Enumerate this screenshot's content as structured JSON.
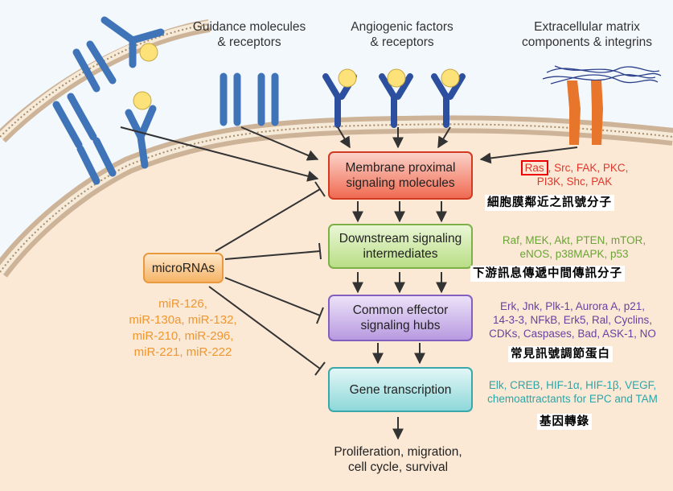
{
  "labels": {
    "guidance": [
      "Guidance molecules",
      "& receptors"
    ],
    "angiogenic": [
      "Angiogenic factors",
      "& receptors"
    ],
    "ecm": [
      "Extracellular matrix",
      "components & integrins"
    ],
    "output": [
      "Proliferation, migration,",
      "cell cycle, survival"
    ]
  },
  "boxes": {
    "membrane": [
      "Membrane proximal",
      "signaling molecules"
    ],
    "downstream": [
      "Downstream signaling",
      "intermediates"
    ],
    "effector": [
      "Common effector",
      "signaling hubs"
    ],
    "transcription": [
      "Gene transcription"
    ],
    "micro": "microRNAs"
  },
  "mirna_list": [
    "miR-126,",
    "miR-130a, miR-132,",
    "miR-210, miR-296,",
    "miR-221, miR-222"
  ],
  "molecules": {
    "membrane_highlight": "Ras",
    "membrane": [
      ", Src, FAK, PKC,",
      "PI3K, Shc, PAK"
    ],
    "downstream": [
      "Raf, MEK, Akt, PTEN, mTOR,",
      "eNOS, p38MAPK, p53"
    ],
    "effector": [
      "Erk, Jnk, Plk-1, Aurora A, p21,",
      "14-3-3, NFkB, Erk5, Ral, Cyclins,",
      "CDKs, Caspases, Bad, ASK-1, NO"
    ],
    "transcription": [
      "Elk, CREB, HIF-1α, HIF-1β, VEGF,",
      "chemoattractants for EPC and TAM"
    ]
  },
  "chinese": {
    "membrane": "細胞膜鄰近之訊號分子",
    "downstream": "下游訊息傳遞中間傳訊分子",
    "effector": "常見訊號調節蛋白",
    "transcription": "基因轉錄"
  },
  "colors": {
    "membrane": "#e2362a",
    "downstream": "#6aa434",
    "effector": "#6a3fa0",
    "transcription": "#2aa6a8",
    "micro": "#f2a24b",
    "receptor": "#3f74b8",
    "angio_receptor": "#2c4fa0",
    "integrin": "#e8752c",
    "ligand": "#fde27a"
  }
}
